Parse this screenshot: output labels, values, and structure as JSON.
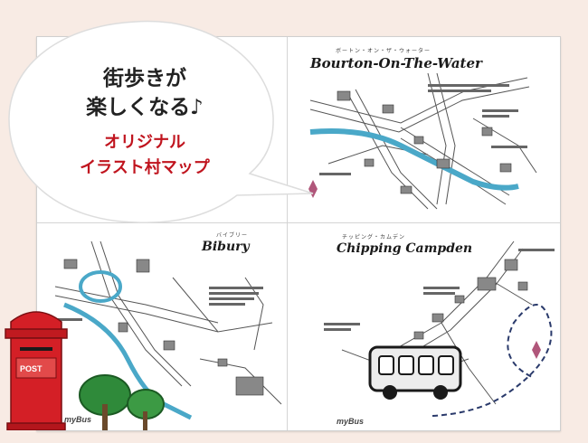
{
  "bubble": {
    "line1": "街歩きが",
    "line2": "楽しくなる♪",
    "line3": "オリジナル",
    "line4": "イラスト村マップ"
  },
  "maps": {
    "bourton": {
      "ruby": "ボートン・オン・ザ・ウォーター",
      "title": "Bourton-On-The-Water"
    },
    "bibury": {
      "ruby": "バイブリー",
      "title": "Bibury"
    },
    "chipping": {
      "ruby": "チッピング・カムデン",
      "title": "Chipping Campden"
    }
  },
  "brand": {
    "logo": "myBus"
  },
  "postbox": {
    "label": "POST"
  },
  "colors": {
    "background": "#f8ebe4",
    "river": "#4aa8c8",
    "accent_red": "#c0141e",
    "postbox_red": "#d41f26"
  }
}
